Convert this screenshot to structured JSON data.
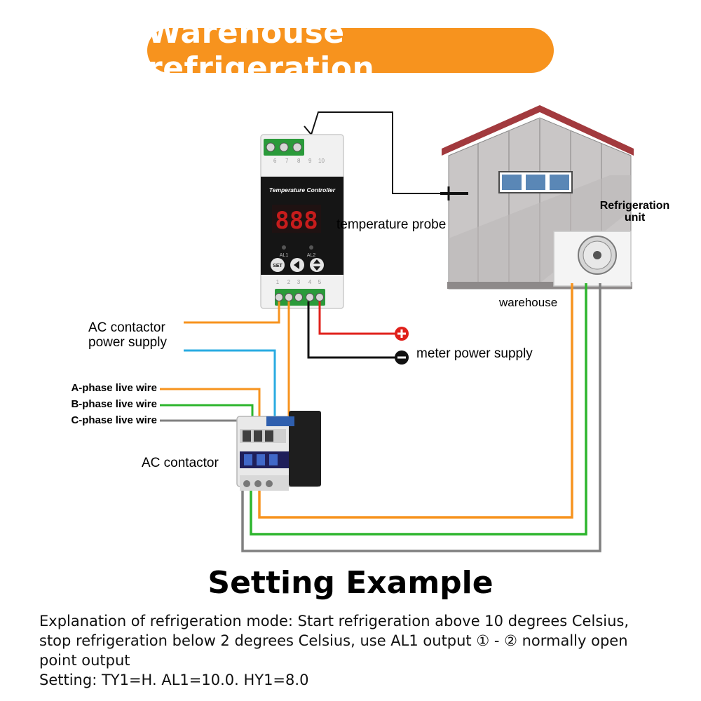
{
  "title": "Warehouse refrigeration",
  "controller": {
    "top_terminals": [
      "6",
      "7",
      "8",
      "9",
      "10"
    ],
    "name": "Temperature Controller",
    "display": "888",
    "indicator_labels": [
      "AL1",
      "AL2"
    ],
    "set_button": "SET",
    "bottom_terminals": [
      "1",
      "2",
      "3",
      "4",
      "5"
    ]
  },
  "labels": {
    "temperature_probe": "temperature probe",
    "refrigeration_unit_line1": "Refrigeration",
    "refrigeration_unit_line2": "unit",
    "warehouse": "warehouse",
    "ac_contactor_power_line1": "AC contactor",
    "ac_contactor_power_line2": "power supply",
    "meter_power_supply": "meter power supply",
    "a_phase": "A-phase live wire",
    "b_phase": "B-phase live wire",
    "c_phase": "C-phase live wire",
    "ac_contactor": "AC contactor"
  },
  "wire_colors": {
    "a_phase": "#f7931e",
    "b_phase": "#2db52d",
    "c_phase": "#808080",
    "neutral": "#29abe2",
    "positive": "#e0211b",
    "negative": "#000000"
  },
  "setting": {
    "title": "Setting Example",
    "line1": "Explanation of refrigeration mode: Start refrigeration above 10 degrees Celsius,",
    "line2": "stop refrigeration below 2 degrees Celsius, use AL1 output ① - ② normally open",
    "line3": "point output",
    "line4": "Setting: TY1=H. AL1=10.0. HY1=8.0"
  }
}
